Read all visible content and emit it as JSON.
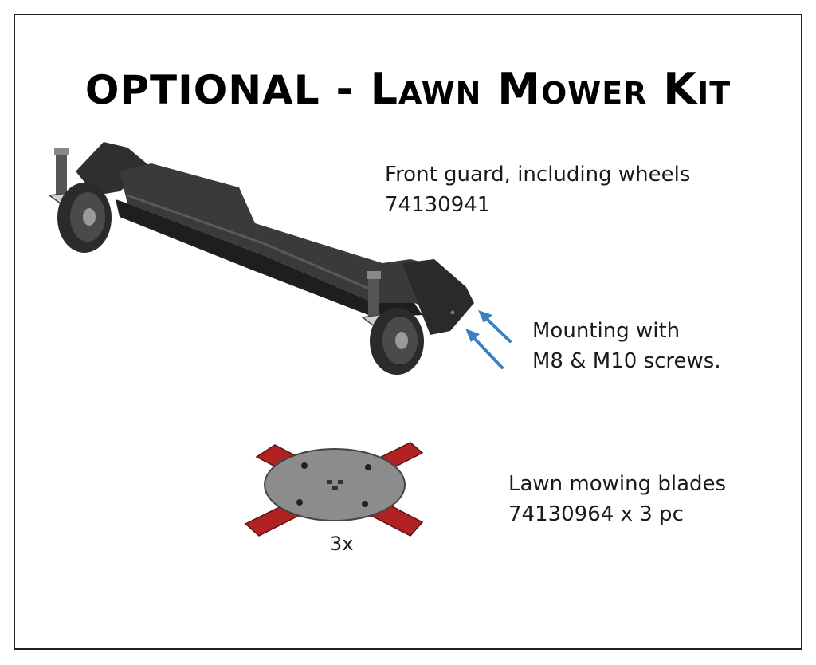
{
  "title": {
    "lead": "OPTIONAL",
    "rest": " - Lawn Mower Kit"
  },
  "front_guard": {
    "line1": "Front guard, including wheels",
    "line2": "74130941"
  },
  "mounting": {
    "line1": "Mounting with",
    "line2": "M8 & M10 screws."
  },
  "blades": {
    "line1": "Lawn mowing blades",
    "line2": "74130964 x 3 pc",
    "quantity_label": "3x"
  },
  "colors": {
    "guard": "#3a3a3a",
    "wheel": "#2b2b2b",
    "disc": "#8c8c8c",
    "blade": "#b22222",
    "arrow": "#3b7fc4"
  }
}
